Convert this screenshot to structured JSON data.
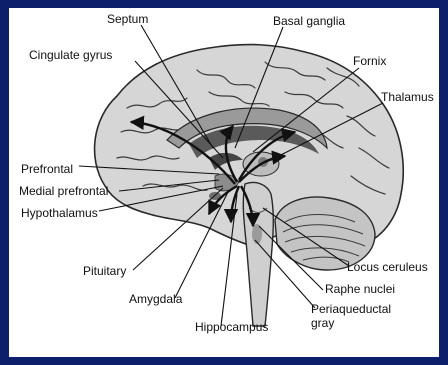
{
  "labels": {
    "septum": "Septum",
    "basal_ganglia": "Basal ganglia",
    "cingulate_gyrus": "Cingulate gyrus",
    "fornix": "Fornix",
    "thalamus": "Thalamus",
    "prefrontal": "Prefrontal",
    "medial_prefrontal": "Medial prefrontal",
    "hypothalamus": "Hypothalamus",
    "pituitary": "Pituitary",
    "amygdala": "Amygdala",
    "hippocampus": "Hippocampus",
    "locus_ceruleus": "Locus ceruleus",
    "raphe_nuclei": "Raphe nuclei",
    "periaqueductal_gray_line1": "Periaqueductal",
    "periaqueductal_gray_line2": "gray"
  },
  "colors": {
    "page_background": "#0d1f6a",
    "panel_background": "#ffffff",
    "brain_fill": "#d6d6d6",
    "brain_outline": "#2a2a2a",
    "inner_structures": "#5a5a5a",
    "cerebellum_fill": "#c4c4c4",
    "label_text": "#111111"
  }
}
